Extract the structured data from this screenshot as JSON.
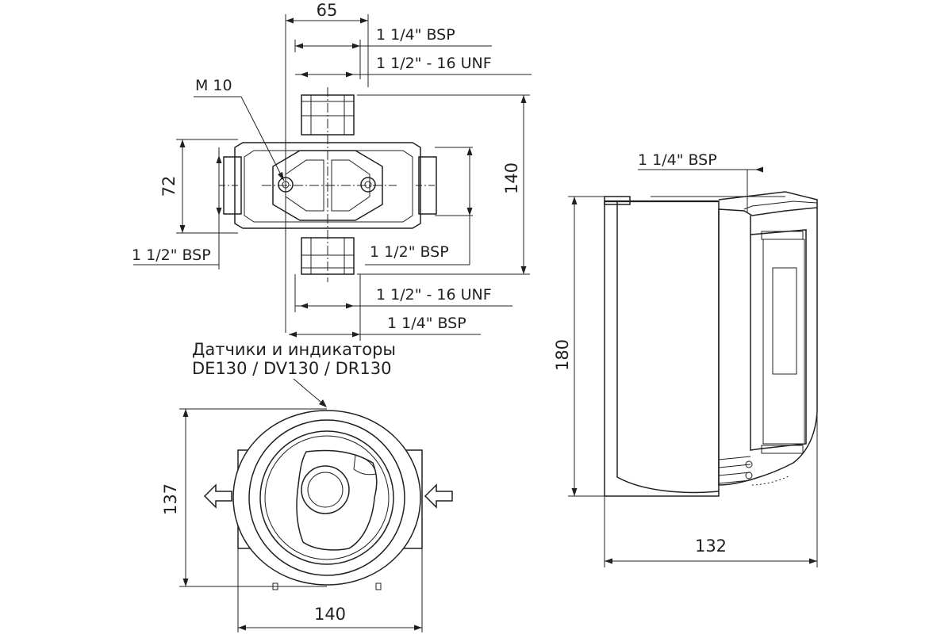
{
  "top_view": {
    "dim_width": "65",
    "label_bsp_top": "1 1/4\" BSP",
    "label_unf_top": "1 1/2\" - 16 UNF",
    "label_m10": "M 10",
    "dim_72": "72",
    "dim_140_vertical": "140",
    "label_bsp_left": "1 1/2\" BSP",
    "label_bsp_right": "1 1/2\" BSP",
    "label_unf_bottom": "1 1/2\" - 16 UNF",
    "label_bsp_bottom": "1 1/4\" BSP"
  },
  "front_view": {
    "sensor_label_line1": "Датчики и индикаторы",
    "sensor_label_line2": "DE130 / DV130 / DR130",
    "dim_137": "137",
    "dim_140_horizontal": "140"
  },
  "side_view": {
    "label_bsp": "1 1/4\" BSP",
    "dim_180": "180",
    "dim_132": "132"
  }
}
